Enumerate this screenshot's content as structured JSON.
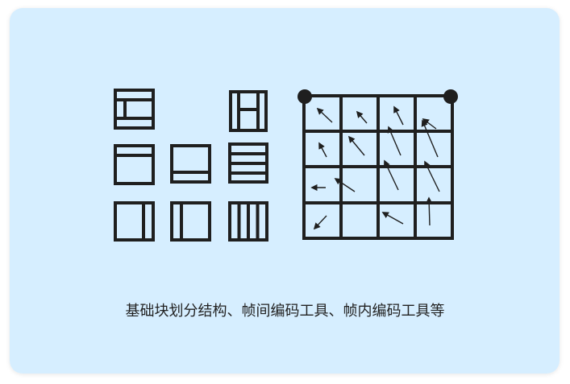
{
  "colors": {
    "card_background": "#d6eeff",
    "stroke": "#1f1f1f",
    "caption_text": "#222222"
  },
  "caption": "基础块划分结构、帧间编码工具、帧内编码工具等",
  "illustration": {
    "partition_patterns": [
      "horizontal-ternary-split",
      "vertical-ternary-split",
      "horizontal-binary-split",
      "horizontal-binary-split-bottom",
      "horizontal-quad-split",
      "vertical-binary-split",
      "vertical-binary-split-left",
      "vertical-quad-split"
    ],
    "motion_grid": {
      "rows": 4,
      "columns": 4,
      "corner_control_points": 2
    }
  }
}
